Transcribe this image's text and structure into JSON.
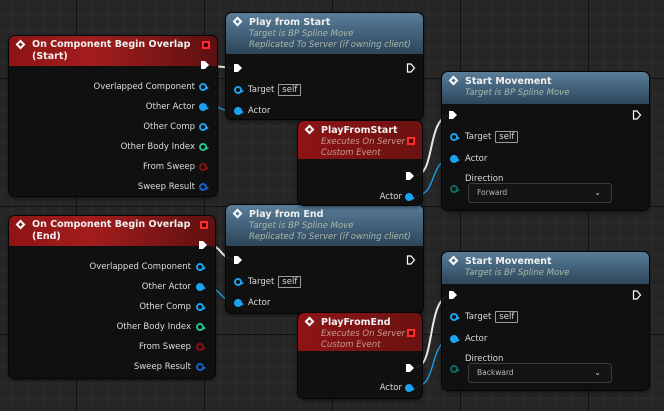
{
  "graph": {
    "colors": {
      "exec_wire": "#ffffff",
      "object_pin": "#1aa3f0",
      "int_pin": "#22c28a",
      "bool_pin": "#8a0f0f",
      "struct_pin": "#1560c8",
      "enum_pin": "#0e6b63",
      "event_header": "#a31d1d",
      "function_header": "#4d6e88"
    },
    "nodes": {
      "overlap_start": {
        "title": "On Component Begin Overlap (Start)",
        "icon": "event-diamond-icon",
        "outputs": [
          "Overlapped Component",
          "Other Actor",
          "Other Comp",
          "Other Body Index",
          "From Sweep",
          "Sweep Result"
        ]
      },
      "overlap_end": {
        "title": "On Component Begin Overlap (End)",
        "icon": "event-diamond-icon",
        "outputs": [
          "Overlapped Component",
          "Other Actor",
          "Other Comp",
          "Other Body Index",
          "From Sweep",
          "Sweep Result"
        ]
      },
      "play_from_start": {
        "title": "Play from Start",
        "subtitle1": "Target is BP Spline Move",
        "subtitle2": "Replicated To Server (if owning client)",
        "target_label": "Target",
        "target_value": "self",
        "actor_label": "Actor"
      },
      "play_from_end": {
        "title": "Play from End",
        "subtitle1": "Target is BP Spline Move",
        "subtitle2": "Replicated To Server (if owning client)",
        "target_label": "Target",
        "target_value": "self",
        "actor_label": "Actor"
      },
      "custom_start": {
        "title": "PlayFromStart",
        "subtitle1": "Executes On Server",
        "subtitle2": "Custom Event",
        "actor_label": "Actor"
      },
      "custom_end": {
        "title": "PlayFromEnd",
        "subtitle1": "Executes On Server",
        "subtitle2": "Custom Event",
        "actor_label": "Actor"
      },
      "start_movement_1": {
        "title": "Start Movement",
        "subtitle1": "Target is BP Spline Move",
        "target_label": "Target",
        "target_value": "self",
        "actor_label": "Actor",
        "direction_label": "Direction",
        "direction_value": "Forward"
      },
      "start_movement_2": {
        "title": "Start Movement",
        "subtitle1": "Target is BP Spline Move",
        "target_label": "Target",
        "target_value": "self",
        "actor_label": "Actor",
        "direction_label": "Direction",
        "direction_value": "Backward"
      }
    }
  }
}
